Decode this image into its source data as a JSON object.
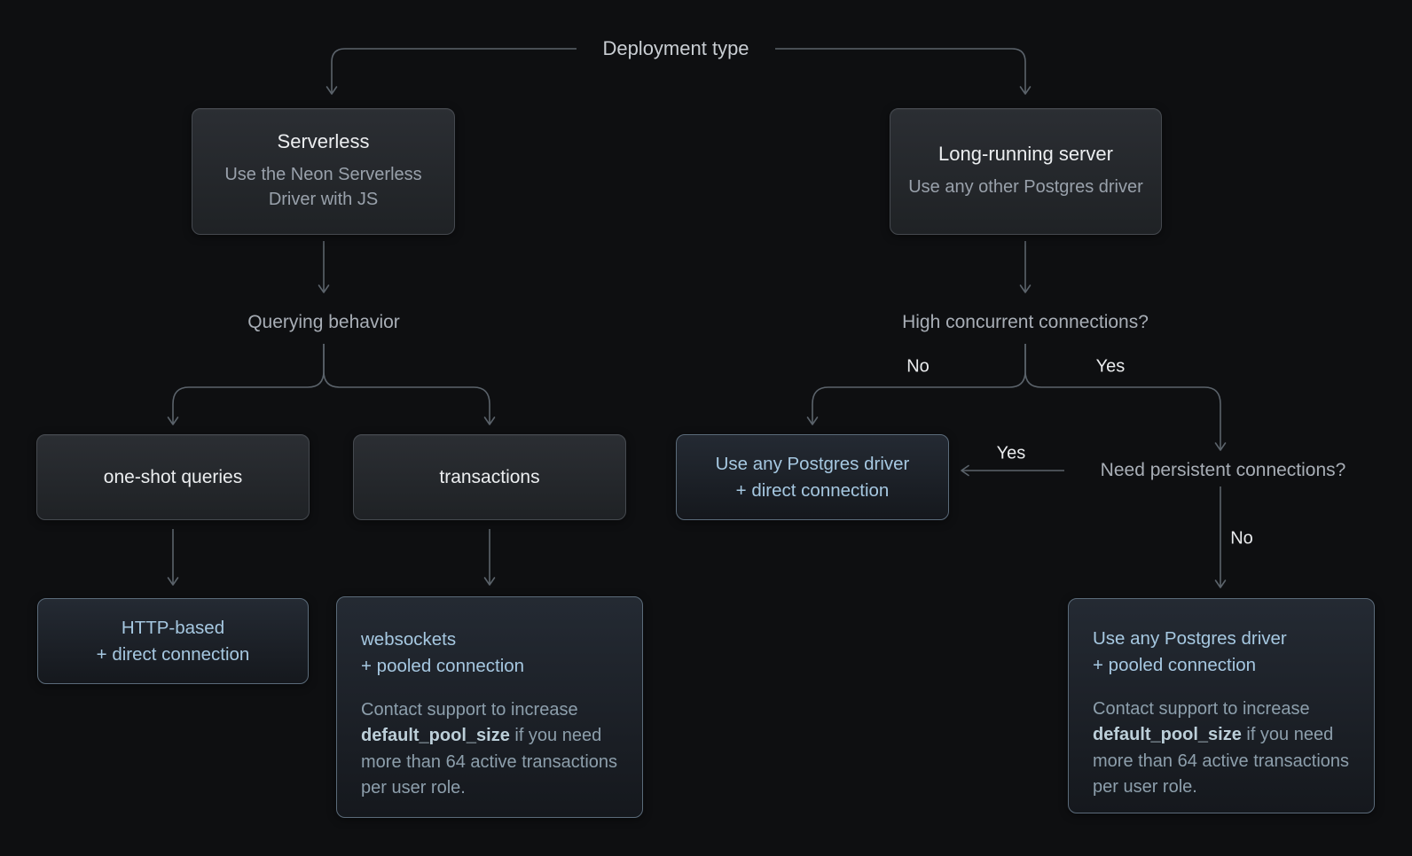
{
  "root": {
    "label": "Deployment type"
  },
  "questions": {
    "querying_behavior": "Querying behavior",
    "high_concurrent": "High concurrent connections?",
    "need_persistent": "Need persistent connections?"
  },
  "edge_labels": {
    "high_no": "No",
    "high_yes": "Yes",
    "persistent_yes": "Yes",
    "persistent_no": "No"
  },
  "nodes": {
    "serverless": {
      "title": "Serverless",
      "subtitle": "Use the Neon Serverless Driver with JS"
    },
    "long_running": {
      "title": "Long-running server",
      "subtitle": "Use any other Postgres driver"
    },
    "one_shot": {
      "label": "one-shot queries"
    },
    "transactions": {
      "label": "transactions"
    },
    "any_driver_direct": {
      "line1": "Use any Postgres driver",
      "line2": "+ direct connection"
    },
    "http_direct": {
      "line1": "HTTP-based",
      "line2": "+ direct connection"
    },
    "websockets_pooled": {
      "line1": "websockets",
      "line2": "+ pooled connection",
      "note_pre": "Contact support to increase ",
      "note_bold": "default_pool_size",
      "note_post": " if you need more than 64 active transactions per user role."
    },
    "any_driver_pooled": {
      "line1": "Use any Postgres driver",
      "line2": "+ pooled connection",
      "note_pre": "Contact support to increase ",
      "note_bold": "default_pool_size",
      "note_post": " if you need more than 64 active transactions per user role."
    }
  },
  "colors": {
    "background": "#0e0f11",
    "connector": "#5b636b",
    "gray_node_border": "#45494f",
    "gray_node_bg_top": "#2b2e33",
    "gray_node_bg_bottom": "#1f2225",
    "outcome_node_border": "#5b6b7a",
    "outcome_node_bg_top": "#242a33",
    "outcome_node_bg_bottom": "#15181d",
    "node_title": "#eceef0",
    "node_subtitle": "#99a1ab",
    "question_label": "#a8aeb6",
    "root_label": "#c9ced3",
    "edge_label": "#e9ebed",
    "outcome_text": "#a6c8e1",
    "note_text": "#8d9fac",
    "note_bold": "#bccfd9"
  }
}
